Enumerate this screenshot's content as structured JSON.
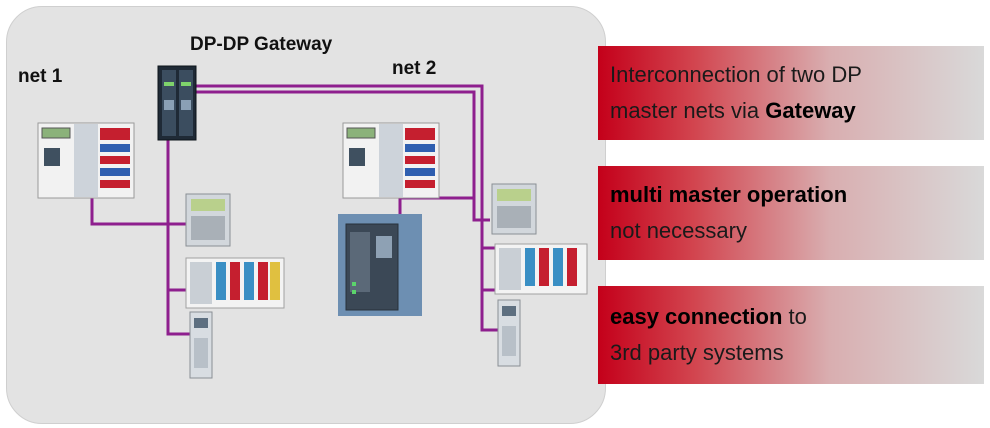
{
  "diagram": {
    "gateway_label": "DP-DP Gateway",
    "net1_label": "net 1",
    "net2_label": "net 2",
    "colors": {
      "bus": "#8e1f8e",
      "accent": "#c4001a"
    }
  },
  "bullets": [
    {
      "a": "Interconnection of two DP",
      "b_prefix": "master nets via ",
      "b_bold": "Gateway"
    },
    {
      "a_bold": "multi master operation",
      "b": "not necessary"
    },
    {
      "a_bold": "easy connection",
      "a_rest": " to",
      "b": "3rd party systems"
    }
  ]
}
